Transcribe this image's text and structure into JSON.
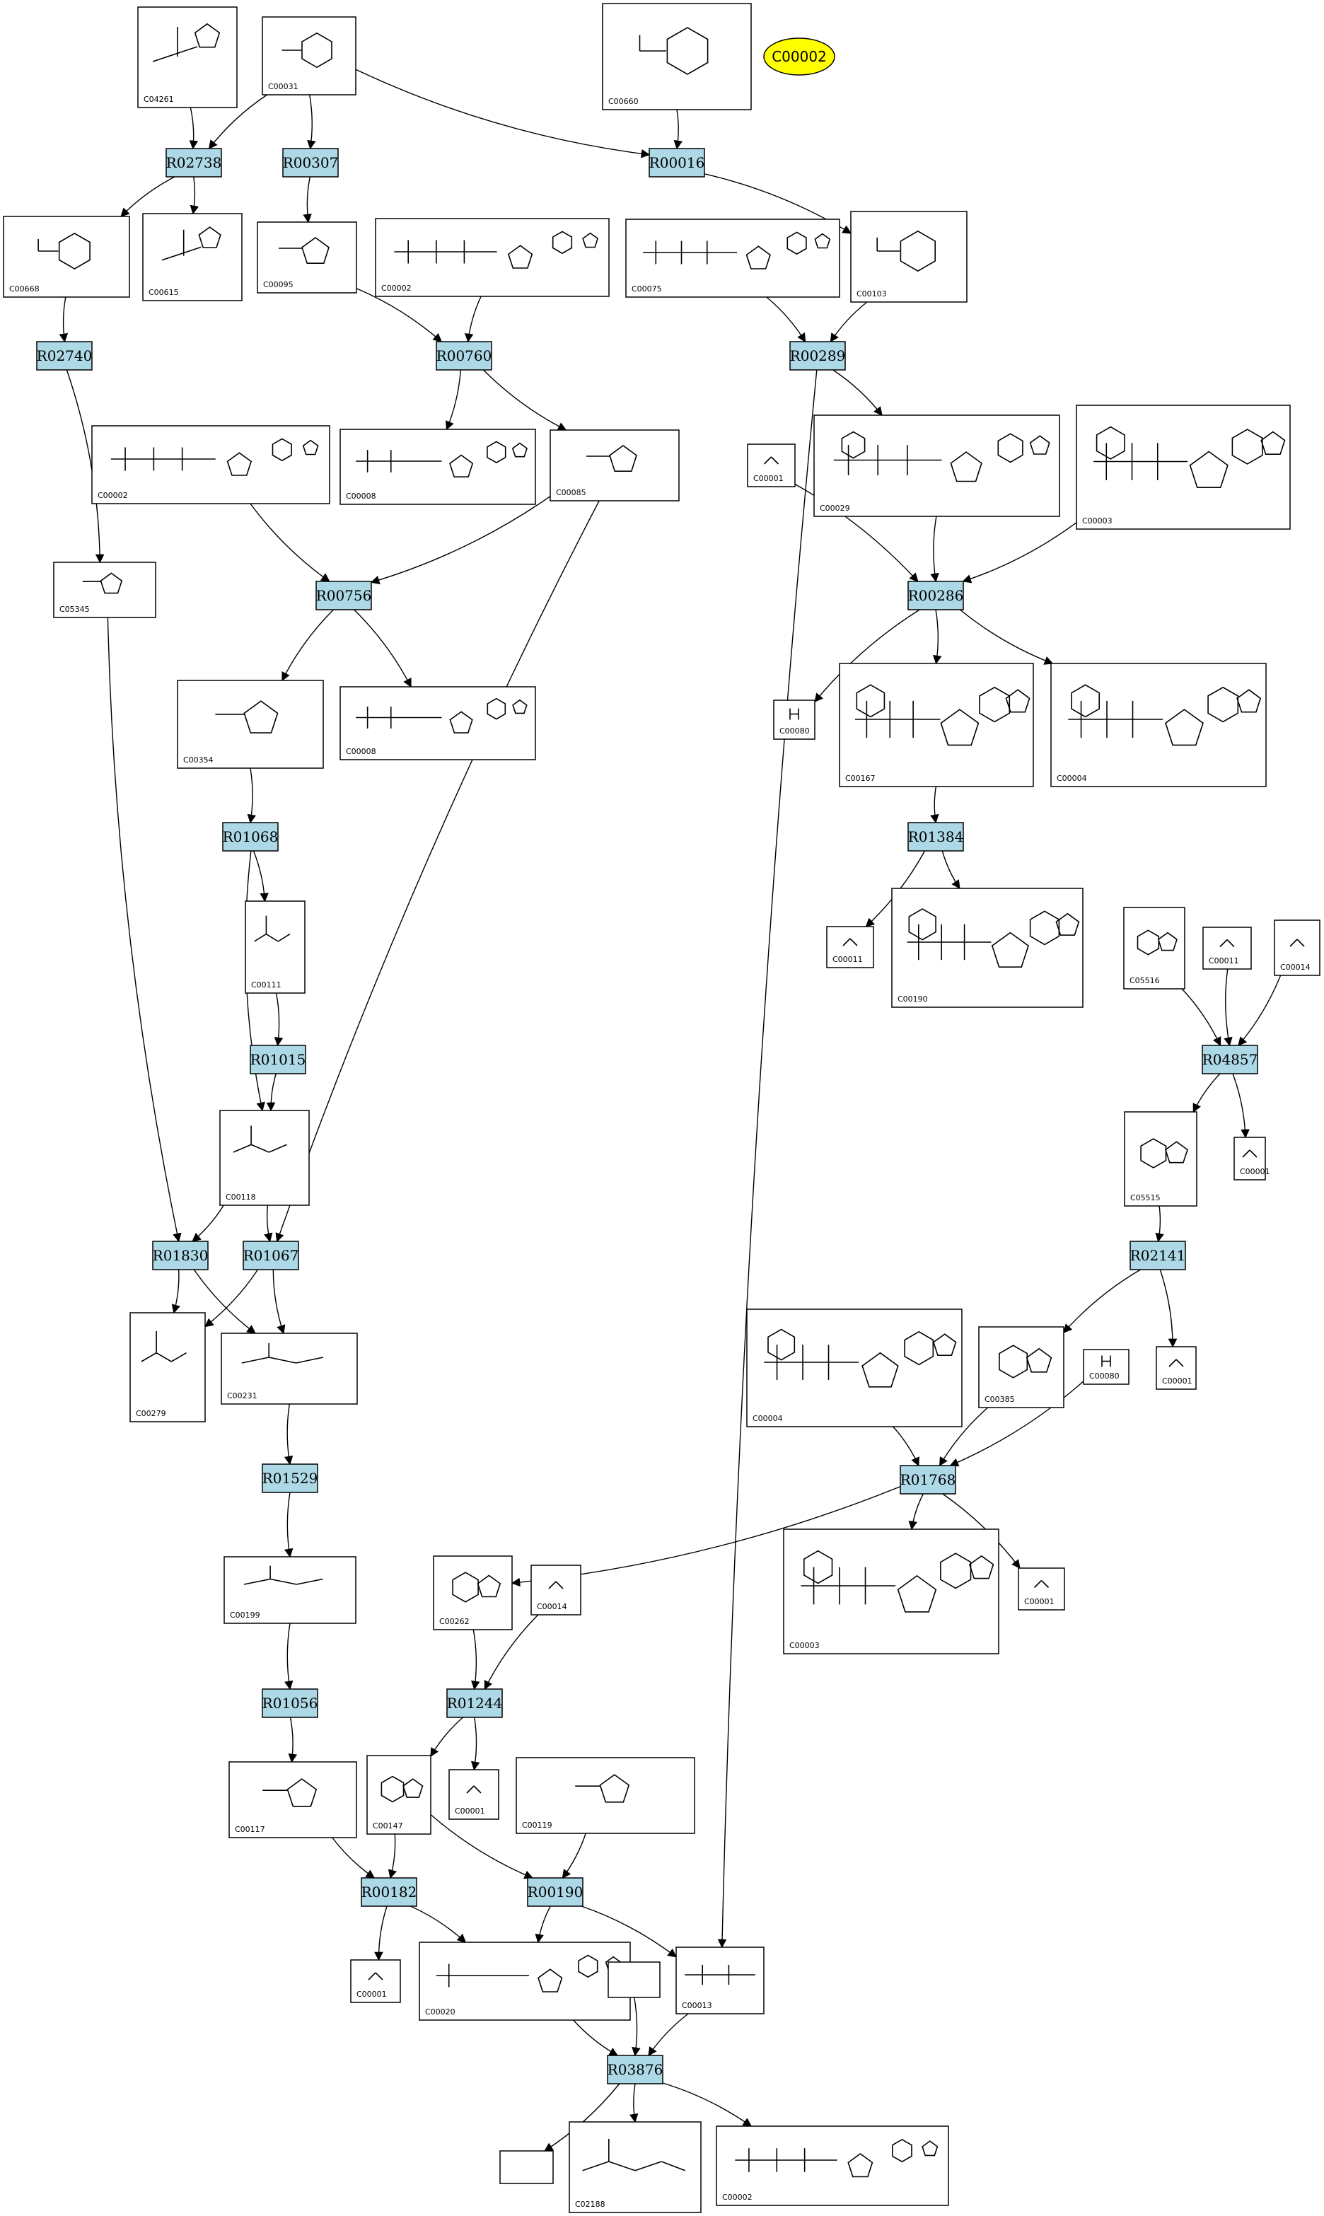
{
  "highlight": {
    "label": "C00002",
    "color": "#ffff00"
  },
  "colors": {
    "reaction_fill": "#add8e6",
    "compound_fill": "#ffffff",
    "edge": "#000000"
  },
  "reactions": [
    {
      "id": "r1",
      "label": "R02738"
    },
    {
      "id": "r2",
      "label": "R00307"
    },
    {
      "id": "r3",
      "label": "R00016"
    },
    {
      "id": "r4",
      "label": "R02740"
    },
    {
      "id": "r5",
      "label": "R00760"
    },
    {
      "id": "r6",
      "label": "R00289"
    },
    {
      "id": "r7",
      "label": "R00756"
    },
    {
      "id": "r8",
      "label": "R00286"
    },
    {
      "id": "r9",
      "label": "R01068"
    },
    {
      "id": "r10",
      "label": "R01384"
    },
    {
      "id": "r11",
      "label": "R01015"
    },
    {
      "id": "r12",
      "label": "R04857"
    },
    {
      "id": "r13",
      "label": "R01830"
    },
    {
      "id": "r14",
      "label": "R01067"
    },
    {
      "id": "r15",
      "label": "R02141"
    },
    {
      "id": "r16",
      "label": "R01529"
    },
    {
      "id": "r17",
      "label": "R01768"
    },
    {
      "id": "r18",
      "label": "R01056"
    },
    {
      "id": "r19",
      "label": "R01244"
    },
    {
      "id": "r20",
      "label": "R00182"
    },
    {
      "id": "r21",
      "label": "R00190"
    },
    {
      "id": "r22",
      "label": "R03876"
    }
  ],
  "compounds": [
    {
      "id": "c1",
      "label": "C04261",
      "kind": "his"
    },
    {
      "id": "c2",
      "label": "C00031",
      "kind": "hexose"
    },
    {
      "id": "c3",
      "label": "C00660",
      "kind": "hexosebp"
    },
    {
      "id": "c4",
      "label": "C00668",
      "kind": "hexosep"
    },
    {
      "id": "c5",
      "label": "C00615",
      "kind": "his"
    },
    {
      "id": "c6",
      "label": "C00095",
      "kind": "furanose"
    },
    {
      "id": "c7",
      "label": "C00002",
      "kind": "nuc3"
    },
    {
      "id": "c8",
      "label": "C00075",
      "kind": "nuc3"
    },
    {
      "id": "c9",
      "label": "C00103",
      "kind": "hexosep"
    },
    {
      "id": "c10",
      "label": "C00002",
      "kind": "nuc3"
    },
    {
      "id": "c11",
      "label": "C00008",
      "kind": "nuc2"
    },
    {
      "id": "c12",
      "label": "C00085",
      "kind": "furanosep"
    },
    {
      "id": "c13",
      "label": "C00001",
      "kind": "water"
    },
    {
      "id": "c14",
      "label": "C00029",
      "kind": "udpsugar"
    },
    {
      "id": "c15",
      "label": "C00003",
      "kind": "nad"
    },
    {
      "id": "c16",
      "label": "C05345",
      "kind": "furanosep"
    },
    {
      "id": "c17",
      "label": "C00354",
      "kind": "furanosebp"
    },
    {
      "id": "c18",
      "label": "C00008",
      "kind": "nuc2"
    },
    {
      "id": "c19",
      "label": "C00080",
      "kind": "proton"
    },
    {
      "id": "c20",
      "label": "C00167",
      "kind": "udpsugar"
    },
    {
      "id": "c21",
      "label": "C00004",
      "kind": "nad"
    },
    {
      "id": "c22",
      "label": "C00111",
      "kind": "dhap"
    },
    {
      "id": "c23",
      "label": "C00011",
      "kind": "co2"
    },
    {
      "id": "c24",
      "label": "C00190",
      "kind": "udpsugar"
    },
    {
      "id": "c25",
      "label": "C05516",
      "kind": "imid"
    },
    {
      "id": "c26",
      "label": "C00011",
      "kind": "co2"
    },
    {
      "id": "c27",
      "label": "C00014",
      "kind": "ammonia"
    },
    {
      "id": "c28",
      "label": "C00118",
      "kind": "dhap"
    },
    {
      "id": "c29",
      "label": "C05515",
      "kind": "imid"
    },
    {
      "id": "c30",
      "label": "C00001",
      "kind": "water"
    },
    {
      "id": "c31",
      "label": "C00279",
      "kind": "chain"
    },
    {
      "id": "c32",
      "label": "C00231",
      "kind": "chain"
    },
    {
      "id": "c33",
      "label": "C00004",
      "kind": "nad"
    },
    {
      "id": "c34",
      "label": "C00385",
      "kind": "purine"
    },
    {
      "id": "c35",
      "label": "C00080",
      "kind": "proton"
    },
    {
      "id": "c36",
      "label": "C00001",
      "kind": "water"
    },
    {
      "id": "c37",
      "label": "C00199",
      "kind": "chain"
    },
    {
      "id": "c38",
      "label": "C00262",
      "kind": "purine"
    },
    {
      "id": "c39",
      "label": "C00014",
      "kind": "ammonia"
    },
    {
      "id": "c40",
      "label": "C00003",
      "kind": "nad"
    },
    {
      "id": "c41",
      "label": "C00001",
      "kind": "water"
    },
    {
      "id": "c42",
      "label": "C00117",
      "kind": "furanosep"
    },
    {
      "id": "c43",
      "label": "C00147",
      "kind": "purine"
    },
    {
      "id": "c44",
      "label": "C00001",
      "kind": "water"
    },
    {
      "id": "c45",
      "label": "C00119",
      "kind": "furanosebp"
    },
    {
      "id": "c46",
      "label": "C00001",
      "kind": "water"
    },
    {
      "id": "c47",
      "label": "C00020",
      "kind": "nuc1"
    },
    {
      "id": "c48",
      "label": "",
      "kind": "empty"
    },
    {
      "id": "c49",
      "label": "C00013",
      "kind": "ppi"
    },
    {
      "id": "c50",
      "label": "",
      "kind": "empty"
    },
    {
      "id": "c51",
      "label": "C02188",
      "kind": "lys"
    },
    {
      "id": "c52",
      "label": "C00002",
      "kind": "nuc3"
    }
  ],
  "edges": [
    [
      "c1",
      "r1"
    ],
    [
      "c2",
      "r1"
    ],
    [
      "c2",
      "r2"
    ],
    [
      "c2",
      "r3"
    ],
    [
      "c3",
      "r3"
    ],
    [
      "r1",
      "c4"
    ],
    [
      "r1",
      "c5"
    ],
    [
      "r2",
      "c6"
    ],
    [
      "r3",
      "c9"
    ],
    [
      "c4",
      "r4"
    ],
    [
      "c6",
      "r5"
    ],
    [
      "c7",
      "r5"
    ],
    [
      "c8",
      "r6"
    ],
    [
      "c9",
      "r6"
    ],
    [
      "r5",
      "c11"
    ],
    [
      "r5",
      "c12"
    ],
    [
      "r6",
      "c14"
    ],
    [
      "r6",
      "c49"
    ],
    [
      "r4",
      "c16"
    ],
    [
      "c10",
      "r7"
    ],
    [
      "c12",
      "r7"
    ],
    [
      "c12",
      "r14"
    ],
    [
      "c13",
      "r8"
    ],
    [
      "c14",
      "r8"
    ],
    [
      "c15",
      "r8"
    ],
    [
      "r7",
      "c17"
    ],
    [
      "r7",
      "c18"
    ],
    [
      "r8",
      "c19"
    ],
    [
      "r8",
      "c20"
    ],
    [
      "r8",
      "c21"
    ],
    [
      "c17",
      "r9"
    ],
    [
      "c20",
      "r10"
    ],
    [
      "r9",
      "c22"
    ],
    [
      "r9",
      "c28"
    ],
    [
      "r10",
      "c23"
    ],
    [
      "r10",
      "c24"
    ],
    [
      "c22",
      "r11"
    ],
    [
      "r11",
      "c28"
    ],
    [
      "c25",
      "r12"
    ],
    [
      "c26",
      "r12"
    ],
    [
      "c27",
      "r12"
    ],
    [
      "r12",
      "c29"
    ],
    [
      "r12",
      "c30"
    ],
    [
      "c16",
      "r13"
    ],
    [
      "c28",
      "r13"
    ],
    [
      "c28",
      "r14"
    ],
    [
      "r13",
      "c31"
    ],
    [
      "r13",
      "c32"
    ],
    [
      "r14",
      "c31"
    ],
    [
      "r14",
      "c32"
    ],
    [
      "c29",
      "r15"
    ],
    [
      "r15",
      "c34"
    ],
    [
      "r15",
      "c36"
    ],
    [
      "c32",
      "r16"
    ],
    [
      "c33",
      "r17"
    ],
    [
      "c34",
      "r17"
    ],
    [
      "c35",
      "r17"
    ],
    [
      "r16",
      "c37"
    ],
    [
      "r17",
      "c38"
    ],
    [
      "r17",
      "c40"
    ],
    [
      "r17",
      "c41"
    ],
    [
      "c37",
      "r18"
    ],
    [
      "c38",
      "r19"
    ],
    [
      "c39",
      "r19"
    ],
    [
      "r18",
      "c42"
    ],
    [
      "r19",
      "c43"
    ],
    [
      "r19",
      "c44"
    ],
    [
      "c42",
      "r20"
    ],
    [
      "c43",
      "r20"
    ],
    [
      "c43",
      "r21"
    ],
    [
      "c45",
      "r21"
    ],
    [
      "r20",
      "c46"
    ],
    [
      "r20",
      "c47"
    ],
    [
      "r21",
      "c47"
    ],
    [
      "r21",
      "c49"
    ],
    [
      "c47",
      "r22"
    ],
    [
      "c48",
      "r22"
    ],
    [
      "c49",
      "r22"
    ],
    [
      "r22",
      "c50"
    ],
    [
      "r22",
      "c51"
    ],
    [
      "r22",
      "c52"
    ]
  ]
}
